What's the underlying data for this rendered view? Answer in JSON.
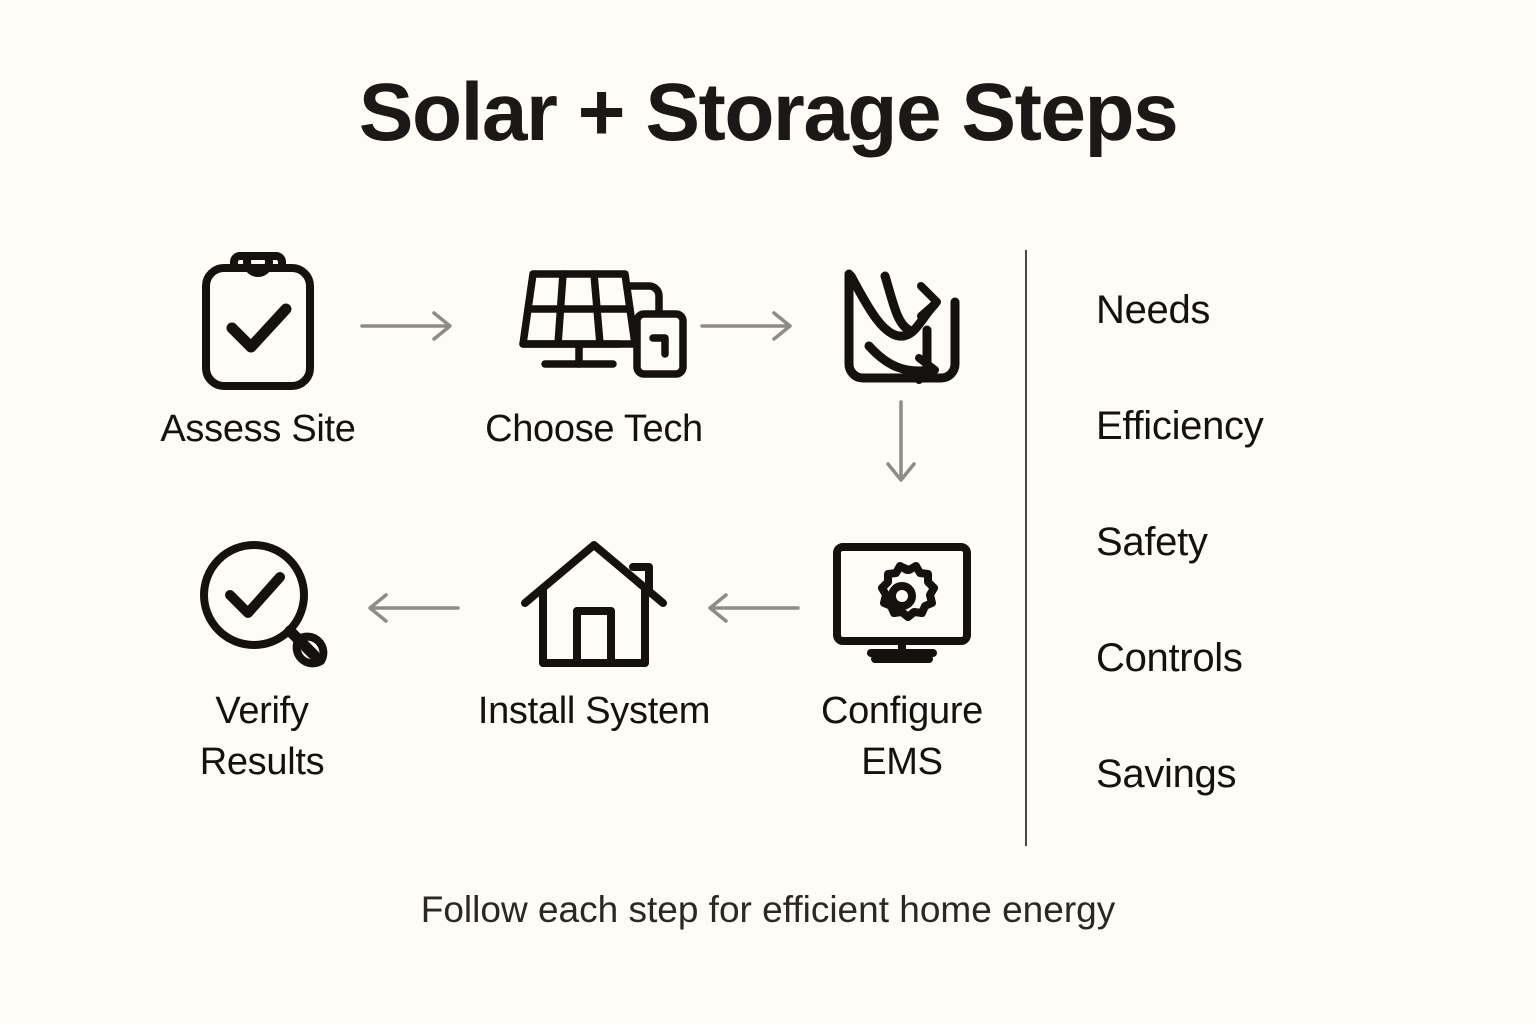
{
  "page": {
    "title": "Solar + Storage Steps",
    "caption": "Follow each step for efficient home energy",
    "background_color": "#FDFCF7",
    "ink_color": "#14110F",
    "arrow_color": "#8F8C88",
    "divider_color": "#4A4A46"
  },
  "steps": [
    {
      "id": "assess",
      "label": "Assess Site",
      "icon": "clipboard-check-icon"
    },
    {
      "id": "choose",
      "label": "Choose Tech",
      "icon": "solar-panel-battery-icon"
    },
    {
      "id": "configure",
      "label": "Configure\nEMS",
      "icon": "monitor-gear-icon"
    },
    {
      "id": "install",
      "label": "Install System",
      "icon": "house-icon"
    },
    {
      "id": "verify",
      "label": "Verify\nResults",
      "icon": "magnifier-check-icon"
    },
    {
      "id": "energy",
      "label": "",
      "icon": "energy-flow-icon"
    }
  ],
  "step_labels": {
    "assess": "Assess Site",
    "choose": "Choose Tech",
    "energy_flow": "",
    "configure_ems_line1": "Configure",
    "configure_ems_line2": "EMS",
    "install": "Install System",
    "verify_line1": "Verify",
    "verify_line2": "Results"
  },
  "arrows": [
    {
      "name": "assess-to-choose",
      "direction": "right"
    },
    {
      "name": "choose-to-energy",
      "direction": "right"
    },
    {
      "name": "energy-to-configure",
      "direction": "down"
    },
    {
      "name": "configure-to-install",
      "direction": "left"
    },
    {
      "name": "install-to-verify",
      "direction": "left"
    }
  ],
  "features": {
    "items": [
      {
        "label": "Needs"
      },
      {
        "label": "Efficiency"
      },
      {
        "label": "Safety"
      },
      {
        "label": "Controls"
      },
      {
        "label": "Savings"
      }
    ]
  }
}
